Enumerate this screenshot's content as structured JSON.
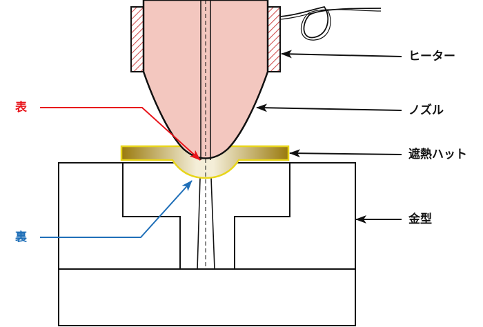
{
  "labels": {
    "heater": "ヒーター",
    "nozzle": "ノズル",
    "shield_hat": "遮熱ハット",
    "mold": "金型",
    "front": "表",
    "back": "裏"
  },
  "colors": {
    "nozzle_fill": "#f3c7bf",
    "heater_hatch": "#d05050",
    "hat_gold_dark": "#9a7a0e",
    "hat_gold_light": "#f2ead0",
    "hat_outline": "#e8d51a",
    "front_arrow": "#e8141b",
    "back_arrow": "#1f6fb8",
    "line": "#111111"
  }
}
